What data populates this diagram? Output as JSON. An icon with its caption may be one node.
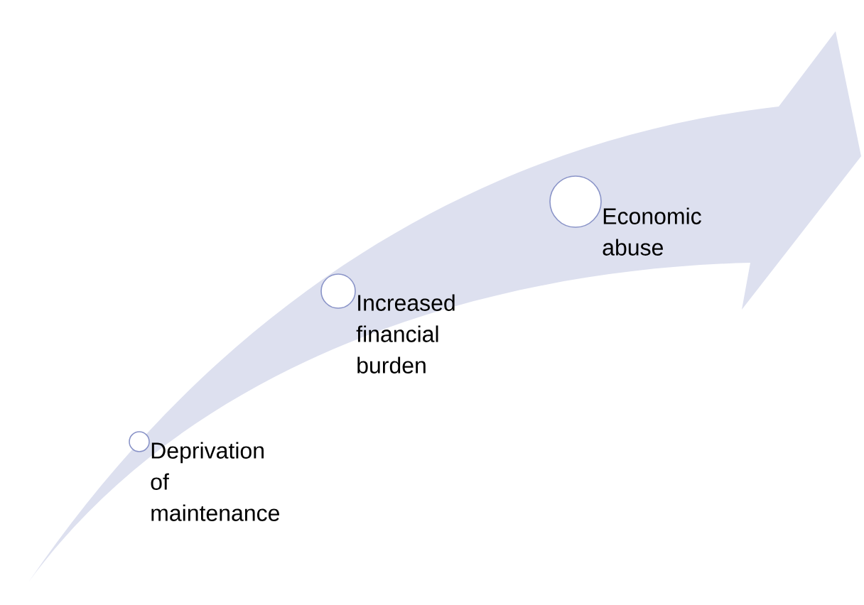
{
  "diagram": {
    "nodes": [
      {
        "text": [],
        "shape": "circle",
        "beside": [
          "Deprivation of maintenance"
        ]
      },
      {
        "text": [],
        "shape": "circle",
        "beside": [
          "Increased financial burden"
        ]
      },
      {
        "text": [],
        "shape": "circle",
        "beside": [
          "Economic abuse"
        ]
      }
    ]
  }
}
